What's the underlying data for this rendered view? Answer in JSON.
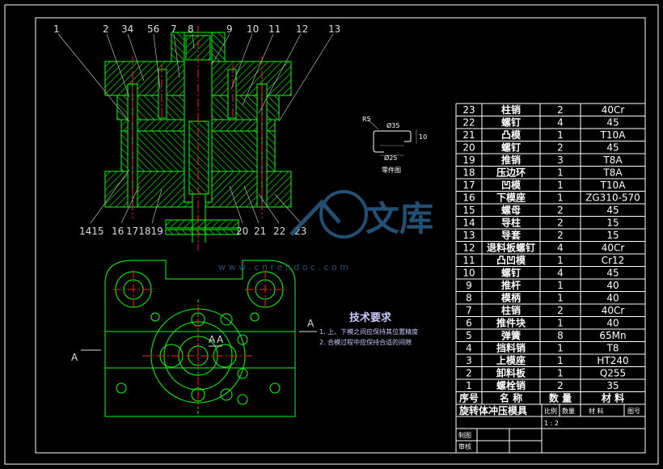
{
  "callouts_top": [
    "1",
    "2",
    "34",
    "56",
    "7",
    "8",
    "9",
    "10",
    "11",
    "12",
    "13"
  ],
  "callouts_bottom": [
    "1415",
    "16",
    "171819",
    "20",
    "21",
    "22",
    "23"
  ],
  "section_marks": {
    "left_a": "A",
    "right_a": "A",
    "inner_a": "A",
    "inner_a2": "A"
  },
  "detail_label": "零件图",
  "dims": {
    "d1": "R5",
    "d2": "Ø35",
    "d3": "Ø25",
    "d4": "10"
  },
  "tech": {
    "title": "技术要求",
    "line1": "1. 上、下模之间应保持其位置精度",
    "line2": "2. 合模过程中应保持合适的间隙"
  },
  "bom_rows": [
    {
      "no": "23",
      "name": "柱销",
      "qty": "2",
      "mat": "40Cr"
    },
    {
      "no": "22",
      "name": "螺钉",
      "qty": "4",
      "mat": "45"
    },
    {
      "no": "21",
      "name": "凸模",
      "qty": "1",
      "mat": "T10A"
    },
    {
      "no": "20",
      "name": "螺钉",
      "qty": "2",
      "mat": "45"
    },
    {
      "no": "19",
      "name": "推销",
      "qty": "3",
      "mat": "T8A"
    },
    {
      "no": "18",
      "name": "压边环",
      "qty": "1",
      "mat": "T8A"
    },
    {
      "no": "17",
      "name": "凹模",
      "qty": "1",
      "mat": "T10A"
    },
    {
      "no": "16",
      "name": "下模座",
      "qty": "1",
      "mat": "ZG310-570"
    },
    {
      "no": "15",
      "name": "螺母",
      "qty": "2",
      "mat": "45"
    },
    {
      "no": "14",
      "name": "导柱",
      "qty": "2",
      "mat": "15"
    },
    {
      "no": "13",
      "name": "导套",
      "qty": "2",
      "mat": "15"
    },
    {
      "no": "12",
      "name": "退料板螺钉",
      "qty": "4",
      "mat": "40Cr"
    },
    {
      "no": "11",
      "name": "凸凹模",
      "qty": "1",
      "mat": "Cr12"
    },
    {
      "no": "10",
      "name": "螺钉",
      "qty": "4",
      "mat": "45"
    },
    {
      "no": "9",
      "name": "推杆",
      "qty": "1",
      "mat": "40"
    },
    {
      "no": "8",
      "name": "模柄",
      "qty": "1",
      "mat": "40"
    },
    {
      "no": "7",
      "name": "柱销",
      "qty": "2",
      "mat": "40Cr"
    },
    {
      "no": "6",
      "name": "推件块",
      "qty": "1",
      "mat": "40"
    },
    {
      "no": "5",
      "name": "弹簧",
      "qty": "8",
      "mat": "65Mn"
    },
    {
      "no": "4",
      "name": "挡料销",
      "qty": "1",
      "mat": "T8"
    },
    {
      "no": "3",
      "name": "上模座",
      "qty": "1",
      "mat": "HT240"
    },
    {
      "no": "2",
      "name": "卸料板",
      "qty": "1",
      "mat": "Q255"
    },
    {
      "no": "1",
      "name": "螺栓销",
      "qty": "2",
      "mat": "35"
    }
  ],
  "bom_header": {
    "no": "序号",
    "name": "名    称",
    "qty": "数 量",
    "mat": "材    料"
  },
  "title_block": {
    "title": "旋转体冲压模具",
    "ratio_label": "比例",
    "qty_label": "数量",
    "material_label": "材  料",
    "drawing_no_label": "图号",
    "ratio_value": "1 : 2",
    "drawn_label": "制图",
    "checked_label": "审核"
  },
  "watermark": {
    "brand": "文库",
    "url": "w w w . c n r e n d o c . c o m"
  },
  "colors": {
    "green": "#00ff00",
    "red": "#ff2020",
    "white": "#ffffff",
    "blue": "#8080ff",
    "watermark": "#2a5e86"
  }
}
